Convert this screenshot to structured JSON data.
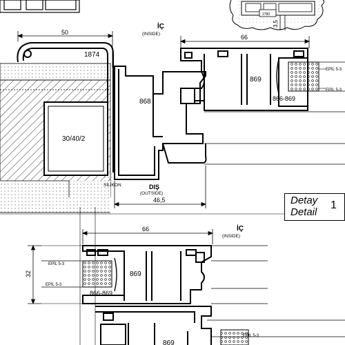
{
  "title": "Detay Detail 1",
  "labels": {
    "inside_tr": "İÇ",
    "inside_en_top": "(INSIDE)",
    "outside_tr": "DIŞ",
    "outside_en": "(OUTSIDE)",
    "silikon": "SİLİKON",
    "detay": "Detay",
    "detail": "Detail",
    "detail_num": "1"
  },
  "profiles": {
    "cap": "1874",
    "frame": "868",
    "sash_top": "869",
    "sash_combo_top": "866-869",
    "steel": "30/40/2",
    "sash_bottom": "869",
    "sash_combo_bottom": "866-869",
    "sash_lower": "869",
    "gasket_top_1": "EPİL 5-3",
    "gasket_top_2": "EPİL 5-3",
    "gasket_bot_1": "EPİL 5-3",
    "gasket_bot_2": "EPİL 5-3",
    "gasket_lower": "EPİL 5-3",
    "inset_code": "2780"
  },
  "dimensions": {
    "cap_width": "50",
    "sash_top_width": "66",
    "frame_width": "46,5",
    "sash_bottom_width": "66",
    "sash_bottom_height": "32",
    "inset_height": "3,5"
  },
  "bottom_section": {
    "inside_tr": "İÇ",
    "inside_en": "(INSIDE)"
  }
}
